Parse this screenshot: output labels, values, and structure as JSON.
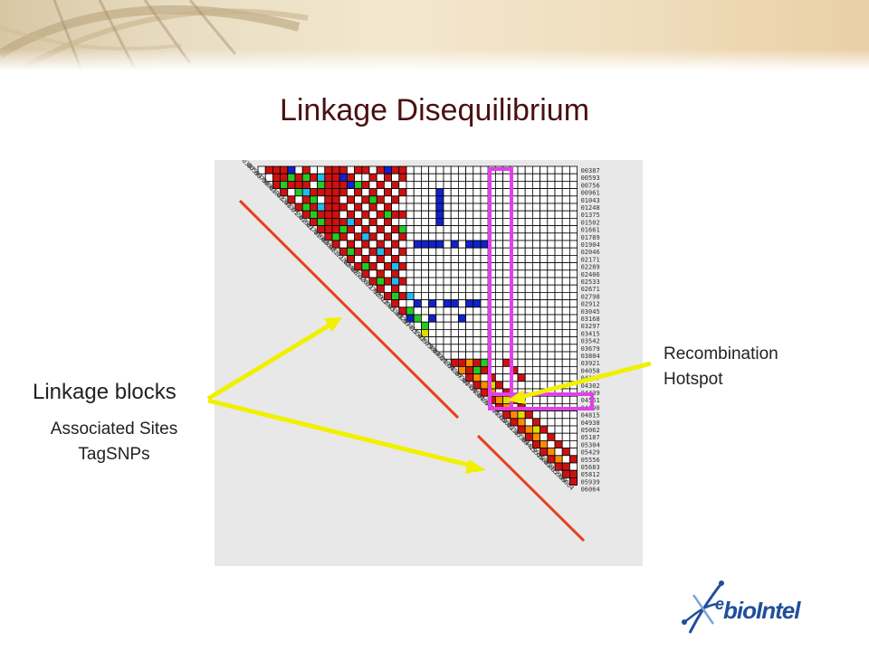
{
  "slide": {
    "title": "Linkage Disequilibrium",
    "blocks_label": "Linkage blocks",
    "assoc_lines": [
      "Associated Sites",
      "TagSNPs"
    ],
    "hotspot_lines": [
      "Recombination",
      "Hotspot"
    ],
    "logo": {
      "prefix": "e",
      "name": "bioIntel"
    }
  },
  "colors": {
    "title": "#4a1010",
    "hotspot_box": "#e040e8",
    "block_line": "#e8401c",
    "arrow": "#f0f000",
    "cell_red": "#cc1111",
    "cell_green": "#22cc22",
    "cell_cyan": "#22bbee",
    "cell_blue": "#1022cc",
    "cell_orange": "#ff8c00",
    "cell_yellow": "#dddd00",
    "cell_white": "#ffffff"
  },
  "ld_matrix": {
    "snp_count": 44,
    "snp_ids": [
      "00387",
      "00593",
      "00756",
      "00961",
      "01043",
      "01248",
      "01375",
      "01502",
      "01661",
      "01789",
      "01904",
      "02046",
      "02171",
      "02289",
      "02406",
      "02533",
      "02671",
      "02798",
      "02912",
      "03045",
      "03168",
      "03297",
      "03415",
      "03542",
      "03679",
      "03804",
      "03921",
      "04058",
      "04187",
      "04302",
      "04439",
      "04561",
      "04690",
      "04815",
      "04938",
      "05062",
      "05187",
      "05304",
      "05429",
      "05556",
      "05683",
      "05812",
      "05939",
      "06064"
    ],
    "cells": {
      "red": [
        [
          0,
          2
        ],
        [
          0,
          3
        ],
        [
          0,
          4
        ],
        [
          0,
          7
        ],
        [
          0,
          10
        ],
        [
          0,
          11
        ],
        [
          0,
          12
        ],
        [
          0,
          14
        ],
        [
          0,
          15
        ],
        [
          0,
          17
        ],
        [
          0,
          19
        ],
        [
          0,
          20
        ],
        [
          1,
          3
        ],
        [
          1,
          4
        ],
        [
          1,
          6
        ],
        [
          1,
          8
        ],
        [
          1,
          10
        ],
        [
          1,
          11
        ],
        [
          1,
          13
        ],
        [
          1,
          16
        ],
        [
          1,
          18
        ],
        [
          1,
          20
        ],
        [
          2,
          3
        ],
        [
          2,
          5
        ],
        [
          2,
          6
        ],
        [
          2,
          7
        ],
        [
          2,
          10
        ],
        [
          2,
          11
        ],
        [
          2,
          12
        ],
        [
          2,
          15
        ],
        [
          2,
          17
        ],
        [
          2,
          19
        ],
        [
          3,
          4
        ],
        [
          3,
          8
        ],
        [
          3,
          9
        ],
        [
          3,
          10
        ],
        [
          3,
          11
        ],
        [
          3,
          12
        ],
        [
          3,
          14
        ],
        [
          3,
          16
        ],
        [
          3,
          18
        ],
        [
          3,
          20
        ],
        [
          4,
          5
        ],
        [
          4,
          7
        ],
        [
          4,
          10
        ],
        [
          4,
          11
        ],
        [
          4,
          13
        ],
        [
          4,
          15
        ],
        [
          4,
          17
        ],
        [
          4,
          19
        ],
        [
          5,
          6
        ],
        [
          5,
          8
        ],
        [
          5,
          10
        ],
        [
          5,
          11
        ],
        [
          5,
          12
        ],
        [
          5,
          14
        ],
        [
          5,
          16
        ],
        [
          5,
          18
        ],
        [
          6,
          7
        ],
        [
          6,
          9
        ],
        [
          6,
          10
        ],
        [
          6,
          11
        ],
        [
          6,
          13
        ],
        [
          6,
          15
        ],
        [
          6,
          17
        ],
        [
          6,
          19
        ],
        [
          6,
          20
        ],
        [
          7,
          8
        ],
        [
          7,
          10
        ],
        [
          7,
          11
        ],
        [
          7,
          12
        ],
        [
          7,
          14
        ],
        [
          7,
          16
        ],
        [
          7,
          18
        ],
        [
          8,
          9
        ],
        [
          8,
          10
        ],
        [
          8,
          11
        ],
        [
          8,
          13
        ],
        [
          8,
          15
        ],
        [
          8,
          17
        ],
        [
          8,
          19
        ],
        [
          9,
          10
        ],
        [
          9,
          12
        ],
        [
          9,
          14
        ],
        [
          9,
          16
        ],
        [
          9,
          18
        ],
        [
          9,
          20
        ],
        [
          10,
          11
        ],
        [
          10,
          13
        ],
        [
          10,
          15
        ],
        [
          10,
          17
        ],
        [
          10,
          19
        ],
        [
          11,
          12
        ],
        [
          11,
          14
        ],
        [
          11,
          16
        ],
        [
          11,
          18
        ],
        [
          11,
          20
        ],
        [
          12,
          13
        ],
        [
          12,
          15
        ],
        [
          12,
          17
        ],
        [
          12,
          19
        ],
        [
          13,
          14
        ],
        [
          13,
          16
        ],
        [
          13,
          18
        ],
        [
          13,
          20
        ],
        [
          14,
          15
        ],
        [
          14,
          17
        ],
        [
          14,
          19
        ],
        [
          15,
          16
        ],
        [
          15,
          18
        ],
        [
          15,
          20
        ],
        [
          16,
          17
        ],
        [
          16,
          19
        ],
        [
          17,
          18
        ],
        [
          17,
          20
        ],
        [
          18,
          19
        ],
        [
          19,
          20
        ],
        [
          26,
          27
        ],
        [
          26,
          28
        ],
        [
          26,
          30
        ],
        [
          27,
          29
        ],
        [
          27,
          31
        ],
        [
          28,
          29
        ],
        [
          28,
          32
        ],
        [
          29,
          30
        ],
        [
          29,
          33
        ],
        [
          30,
          31
        ],
        [
          30,
          34
        ],
        [
          31,
          32
        ],
        [
          31,
          35
        ],
        [
          32,
          33
        ],
        [
          32,
          36
        ],
        [
          33,
          34
        ],
        [
          33,
          37
        ],
        [
          34,
          35
        ],
        [
          34,
          38
        ],
        [
          35,
          36
        ],
        [
          35,
          39
        ],
        [
          36,
          37
        ],
        [
          36,
          40
        ],
        [
          37,
          38
        ],
        [
          37,
          41
        ],
        [
          38,
          39
        ],
        [
          38,
          42
        ],
        [
          39,
          40
        ],
        [
          39,
          43
        ],
        [
          40,
          41
        ],
        [
          40,
          42
        ],
        [
          41,
          42
        ],
        [
          41,
          43
        ],
        [
          42,
          43
        ],
        [
          26,
          34
        ],
        [
          27,
          35
        ],
        [
          28,
          36
        ]
      ],
      "green": [
        [
          1,
          5
        ],
        [
          1,
          7
        ],
        [
          2,
          4
        ],
        [
          2,
          9
        ],
        [
          3,
          6
        ],
        [
          4,
          8
        ],
        [
          5,
          7
        ],
        [
          6,
          8
        ],
        [
          7,
          9
        ],
        [
          8,
          12
        ],
        [
          9,
          11
        ],
        [
          11,
          13
        ],
        [
          13,
          15
        ],
        [
          15,
          17
        ],
        [
          17,
          19
        ],
        [
          19,
          21
        ],
        [
          20,
          22
        ],
        [
          21,
          23
        ],
        [
          2,
          14
        ],
        [
          4,
          16
        ],
        [
          6,
          18
        ],
        [
          8,
          20
        ],
        [
          26,
          31
        ],
        [
          27,
          30
        ]
      ],
      "cyan": [
        [
          1,
          9
        ],
        [
          3,
          7
        ],
        [
          5,
          9
        ],
        [
          7,
          13
        ],
        [
          9,
          15
        ],
        [
          11,
          17
        ],
        [
          13,
          19
        ],
        [
          15,
          19
        ],
        [
          17,
          21
        ],
        [
          18,
          22
        ]
      ],
      "blue": [
        [
          0,
          5
        ],
        [
          1,
          12
        ],
        [
          2,
          13
        ],
        [
          0,
          18
        ],
        [
          10,
          22
        ],
        [
          10,
          23
        ],
        [
          10,
          24
        ],
        [
          10,
          25
        ],
        [
          10,
          27
        ],
        [
          10,
          29
        ],
        [
          10,
          30
        ],
        [
          10,
          31
        ],
        [
          18,
          22
        ],
        [
          18,
          24
        ],
        [
          18,
          26
        ],
        [
          18,
          27
        ],
        [
          18,
          29
        ],
        [
          18,
          30
        ],
        [
          20,
          21
        ],
        [
          20,
          24
        ],
        [
          20,
          28
        ],
        [
          3,
          25
        ],
        [
          4,
          25
        ],
        [
          5,
          25
        ],
        [
          6,
          25
        ],
        [
          7,
          25
        ]
      ],
      "orange": [
        [
          26,
          29
        ],
        [
          27,
          28
        ],
        [
          28,
          30
        ],
        [
          29,
          31
        ],
        [
          30,
          32
        ],
        [
          31,
          33
        ],
        [
          32,
          34
        ],
        [
          33,
          35
        ],
        [
          34,
          36
        ],
        [
          35,
          37
        ],
        [
          36,
          38
        ],
        [
          37,
          39
        ],
        [
          38,
          40
        ],
        [
          39,
          41
        ]
      ],
      "yellow": [
        [
          22,
          23
        ],
        [
          29,
          32
        ],
        [
          31,
          34
        ],
        [
          33,
          36
        ],
        [
          35,
          38
        ]
      ]
    }
  }
}
